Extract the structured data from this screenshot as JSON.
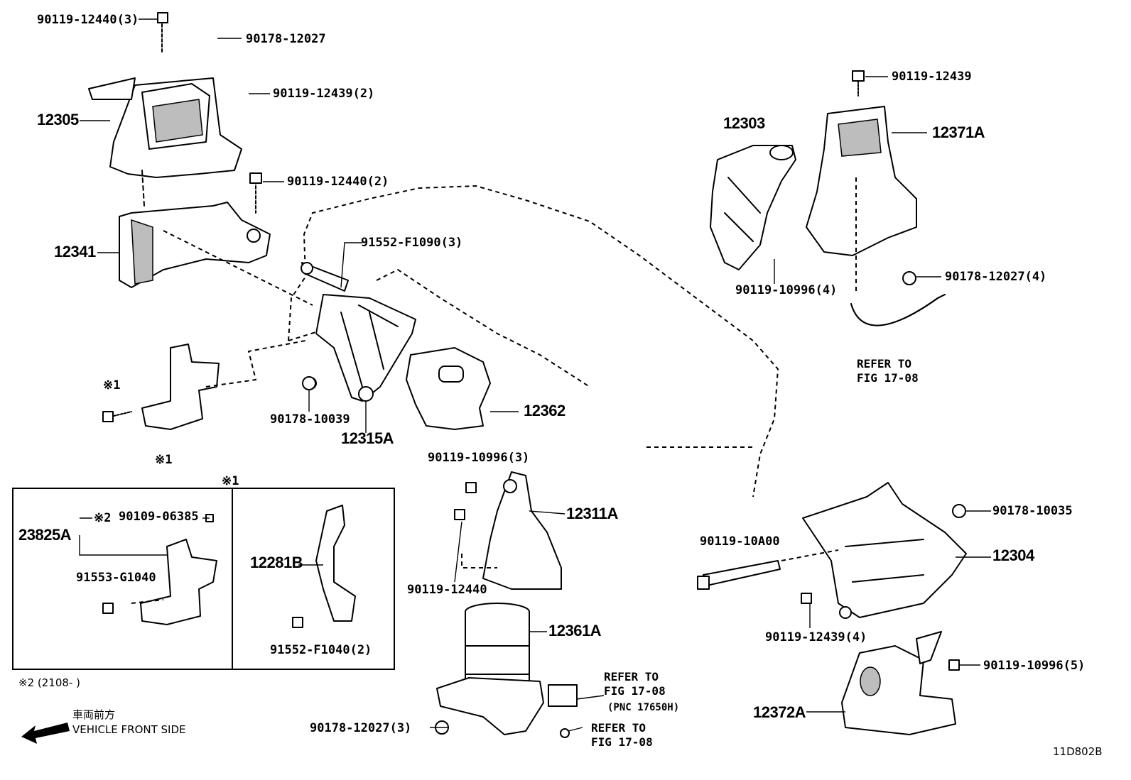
{
  "parts": {
    "p12305": "12305",
    "p12341": "12341",
    "p12315a": "12315A",
    "p12362": "12362",
    "p12303": "12303",
    "p12371a": "12371A",
    "p12311a": "12311A",
    "p12361a": "12361A",
    "p12304": "12304",
    "p12372a": "12372A",
    "p23825a": "23825A",
    "p12281b": "12281B"
  },
  "fasteners": {
    "f1": "90119-12440(3)",
    "f2": "90178-12027",
    "f3": "90119-12439(2)",
    "f4": "90119-12440(2)",
    "f5": "91552-F1090(3)",
    "f6": "90178-10039",
    "f7": "90119-12439",
    "f8": "90119-10996(4)",
    "f9": "90178-12027(4)",
    "f10": "90119-10996(3)",
    "f11": "90119-12440",
    "f12": "90119-10A00",
    "f13": "90178-10035",
    "f14": "90119-12439(4)",
    "f15": "90119-10996(5)",
    "f16": "90178-12027(3)",
    "f17": "90109-06385",
    "f18": "91553-G1040",
    "f19": "91552-F1040(2)"
  },
  "refs": {
    "ref1": "REFER TO\nFIG 17-08",
    "ref2": "REFER TO\nFIG 17-08",
    "ref3": "REFER TO\nFIG 17-08",
    "ref3_pnc": "(PNC 17650H)"
  },
  "notes": {
    "mark1": "※1",
    "mark2": "※2",
    "note2": "※2 (2108-        )",
    "front_jp": "車両前方",
    "front_en": "VEHICLE FRONT SIDE",
    "diagram_code": "11D802B"
  }
}
